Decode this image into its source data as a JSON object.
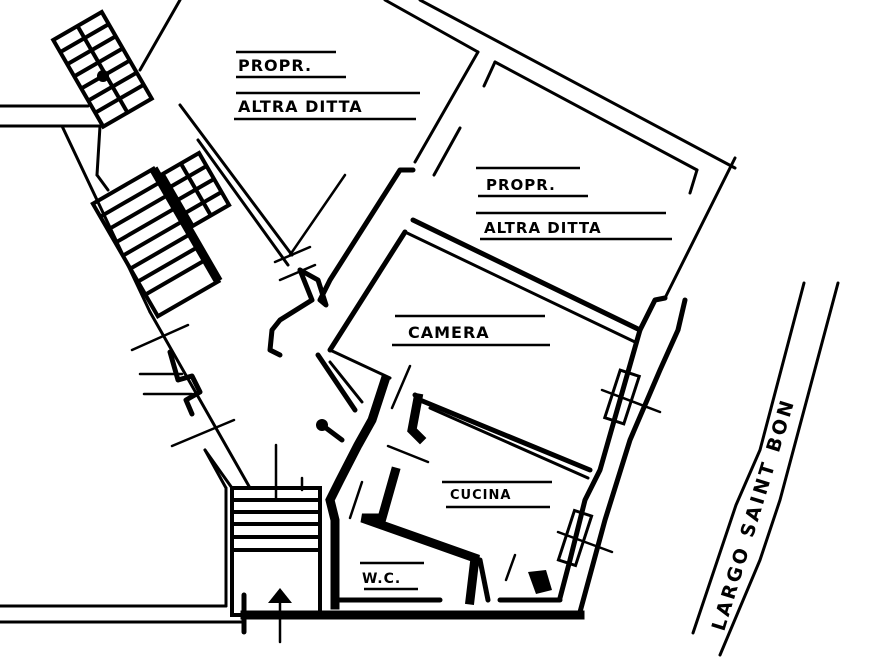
{
  "plan": {
    "colors": {
      "ink": "#000000",
      "paper": "#ffffff"
    },
    "labels": {
      "propr_1": "PROPR.",
      "altra_ditta_1": "ALTRA DITTA",
      "propr_2": "PROPR.",
      "altra_ditta_2": "ALTRA DITTA",
      "camera": "CAMERA",
      "cucina": "CUCINA",
      "wc": "W.C.",
      "street": "LARGO SAINT BON"
    },
    "rooms": [
      {
        "id": "propr-altra-ditta-1",
        "label_ref": "propr_1"
      },
      {
        "id": "propr-altra-ditta-2",
        "label_ref": "propr_2"
      },
      {
        "id": "camera",
        "label_ref": "camera"
      },
      {
        "id": "cucina",
        "label_ref": "cucina"
      },
      {
        "id": "wc",
        "label_ref": "wc"
      }
    ],
    "icons": [
      "staircase-icon",
      "entrance-arrow-icon",
      "window-icon",
      "door-opening-icon"
    ]
  }
}
